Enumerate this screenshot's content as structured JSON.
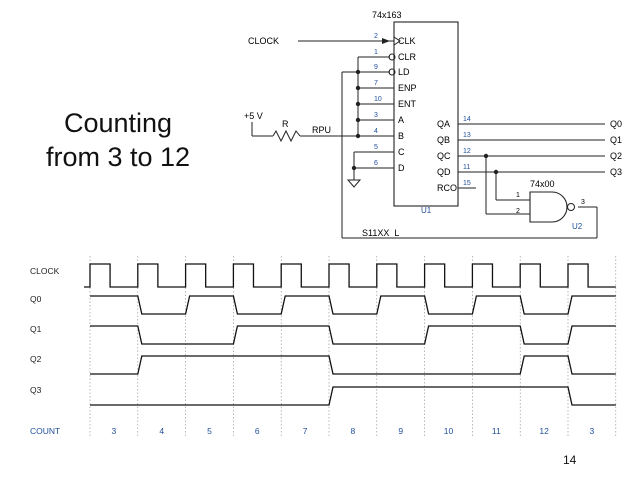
{
  "slide": {
    "title_line1": "Counting",
    "title_line2": "from 3 to 12",
    "page_number": "14"
  },
  "schematic": {
    "chip_name": "74x163",
    "chip_ref": "U1",
    "gate_name": "74x00",
    "gate_ref": "U2",
    "bottom_label": "S11XX_L",
    "clock_label": "CLOCK",
    "supply_label": "+5 V",
    "resistor_label": "R",
    "pullup_label": "RPU",
    "left_pins": [
      {
        "num": "2",
        "name": "CLK"
      },
      {
        "num": "1",
        "name": "CLR"
      },
      {
        "num": "9",
        "name": "LD"
      },
      {
        "num": "7",
        "name": "ENP"
      },
      {
        "num": "10",
        "name": "ENT"
      },
      {
        "num": "3",
        "name": "A"
      },
      {
        "num": "4",
        "name": "B"
      },
      {
        "num": "5",
        "name": "C"
      },
      {
        "num": "6",
        "name": "D"
      }
    ],
    "right_pins": [
      {
        "num": "14",
        "name": "QA",
        "net": "Q0"
      },
      {
        "num": "13",
        "name": "QB",
        "net": "Q1"
      },
      {
        "num": "12",
        "name": "QC",
        "net": "Q2"
      },
      {
        "num": "11",
        "name": "QD",
        "net": "Q3"
      },
      {
        "num": "15",
        "name": "RCO",
        "net": ""
      }
    ],
    "gate_pins": {
      "in1": "1",
      "in2": "2",
      "out": "3"
    }
  },
  "timing": {
    "signals": [
      "CLOCK",
      "Q0",
      "Q1",
      "Q2",
      "Q3"
    ],
    "count_label": "COUNT",
    "counts": [
      "3",
      "4",
      "5",
      "6",
      "7",
      "8",
      "9",
      "10",
      "11",
      "12",
      "3"
    ],
    "accent_color": "#1f4e9c"
  }
}
